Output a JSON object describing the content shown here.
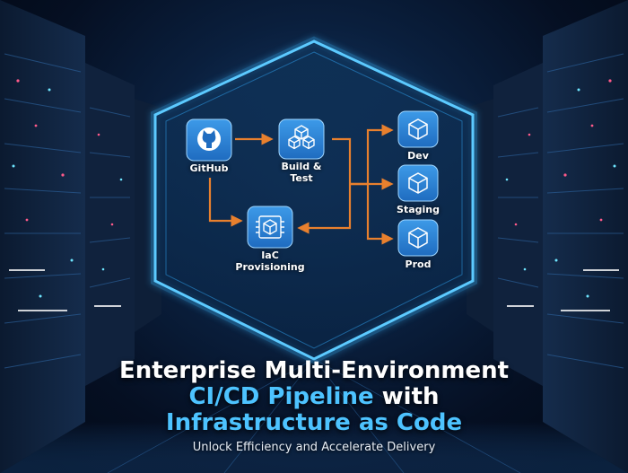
{
  "diagram": {
    "nodes": [
      {
        "id": "github",
        "label": "GitHub",
        "icon": "github-logo-icon"
      },
      {
        "id": "build",
        "label_lines": [
          "Build &",
          "Test"
        ],
        "icon": "cubes-icon"
      },
      {
        "id": "iac",
        "label_lines": [
          "IaC",
          "Provisioning"
        ],
        "icon": "cube-chip-icon"
      },
      {
        "id": "dev",
        "label": "Dev",
        "icon": "cube-icon"
      },
      {
        "id": "staging",
        "label": "Staging",
        "icon": "cube-icon"
      },
      {
        "id": "prod",
        "label": "Prod",
        "icon": "cube-icon"
      }
    ],
    "edges": [
      {
        "from": "github",
        "to": "build"
      },
      {
        "from": "github",
        "to": "iac"
      },
      {
        "from": "build",
        "to": "dev"
      },
      {
        "from": "build",
        "to": "staging"
      },
      {
        "from": "build",
        "to": "prod"
      },
      {
        "from": "build",
        "to": "iac"
      }
    ],
    "colors": {
      "frame": "#3ab8ff",
      "arrow": "#e8802e",
      "icon": "#2f87d8",
      "background": "#0a1f3d"
    }
  },
  "heading": {
    "line1": "Enterprise Multi-Environment",
    "line2_accent": "CI/CD Pipeline",
    "line2_rest": " with",
    "line3": "Infrastructure as Code",
    "subtitle": "Unlock Efficiency and Accelerate Delivery"
  }
}
